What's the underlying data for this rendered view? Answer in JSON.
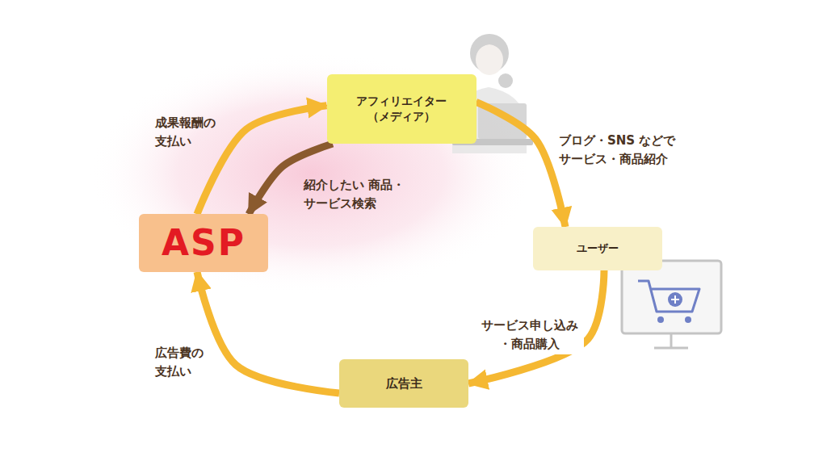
{
  "diagram": {
    "nodes": [
      {
        "text": [
          "アフィリエイター （メディア）"
        ]
      },
      {
        "text": [
          "ASP"
        ]
      },
      {
        "text": [
          "ユーザー"
        ]
      },
      {
        "text": [
          "広告主"
        ]
      }
    ],
    "edges": [
      {
        "from": 1,
        "to": 0,
        "arrow": "to",
        "label": "成果報酬の 支払い"
      },
      {
        "from": 0,
        "to": 1,
        "arrow": "to",
        "label": "紹介したい 商品・サービス検索"
      },
      {
        "from": 0,
        "to": 2,
        "arrow": "to",
        "label": "ブログ・SNS などで サービス・商品紹介"
      },
      {
        "from": 2,
        "to": 3,
        "arrow": "to",
        "label": "サービス申し込み ・商品購入"
      },
      {
        "from": 3,
        "to": 1,
        "arrow": "to",
        "label": "広告費の 支払い"
      }
    ]
  }
}
